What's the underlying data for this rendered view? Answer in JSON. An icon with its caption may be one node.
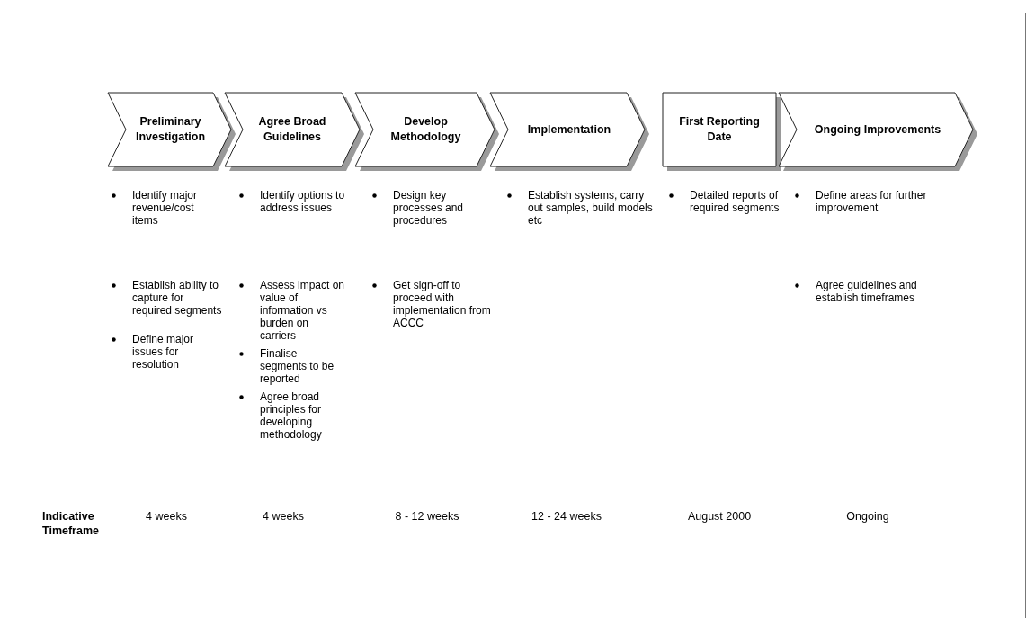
{
  "diagram": {
    "nodes": [
      {
        "text": [
          "Preliminary Investigation"
        ]
      },
      {
        "text": [
          "Agree Broad Guidelines"
        ]
      },
      {
        "text": [
          "Develop Methodology"
        ]
      },
      {
        "text": [
          "Implementation"
        ]
      },
      {
        "text": [
          "First Reporting Date"
        ]
      },
      {
        "text": [
          "Ongoing Improvements"
        ]
      }
    ],
    "labels": [
      "Identify major revenue/cost items",
      "Identify options to address issues",
      "Design key processes and procedures",
      "Establish systems, carry out samples, build models etc",
      "Detailed reports of required segments",
      "Define areas for further improvement",
      "Establish ability to capture for required segments",
      "Assess impact on value of information vs burden on carriers",
      "Get sign-off to proceed with implementation from ACCC",
      "Agree guidelines and establish timeframes",
      "Define major issues for resolution",
      "Finalise segments to be reported",
      "Agree broad principles for developing methodology",
      "Indicative Timeframe",
      "4 weeks",
      "4 weeks",
      "8 - 12 weeks",
      "12 - 24 weeks",
      "August 2000",
      "Ongoing"
    ]
  }
}
